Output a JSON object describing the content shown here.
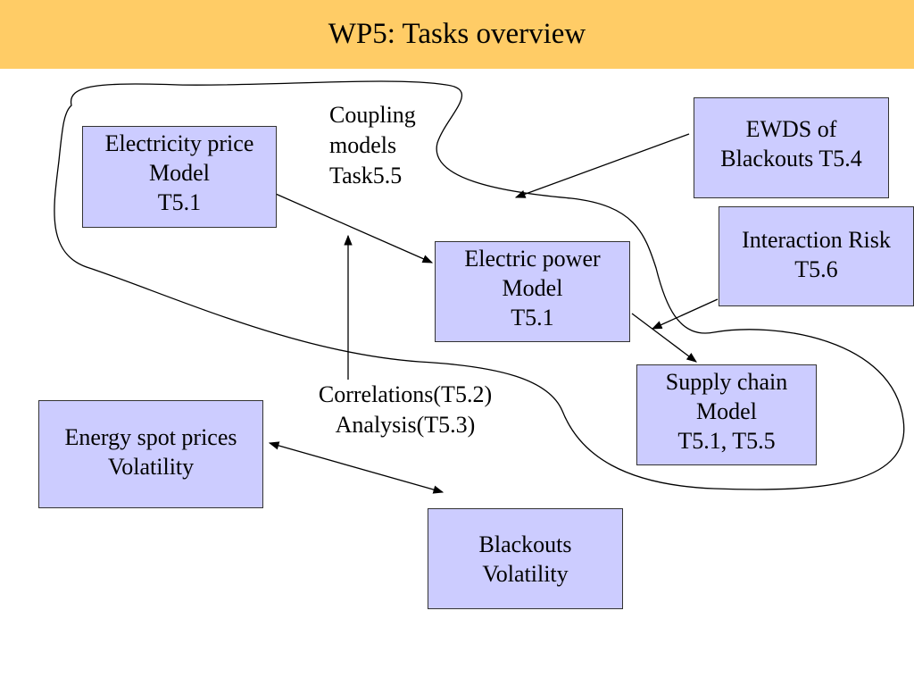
{
  "title": "WP5: Tasks overview",
  "boxes": {
    "electricity_price": {
      "lines": [
        "Electricity price",
        "Model",
        "T5.1"
      ]
    },
    "electric_power": {
      "lines": [
        "Electric power",
        "Model",
        "T5.1"
      ]
    },
    "ewds": {
      "lines": [
        "EWDS of",
        "Blackouts T5.4"
      ]
    },
    "interaction_risk": {
      "lines": [
        "Interaction Risk",
        "T5.6"
      ]
    },
    "supply_chain": {
      "lines": [
        "Supply chain",
        "Model",
        "T5.1, T5.5"
      ]
    },
    "energy_spot": {
      "lines": [
        "Energy spot prices",
        "Volatility"
      ]
    },
    "blackouts_volatility": {
      "lines": [
        "Blackouts",
        "Volatility"
      ]
    }
  },
  "labels": {
    "coupling": {
      "lines": [
        "Coupling",
        "models",
        "Task5.5"
      ]
    },
    "correlations": {
      "lines": [
        "Correlations(T5.2)",
        "Analysis(T5.3)"
      ]
    }
  },
  "colors": {
    "title_bar": "#ffcc66",
    "box_fill": "#ccccff"
  }
}
